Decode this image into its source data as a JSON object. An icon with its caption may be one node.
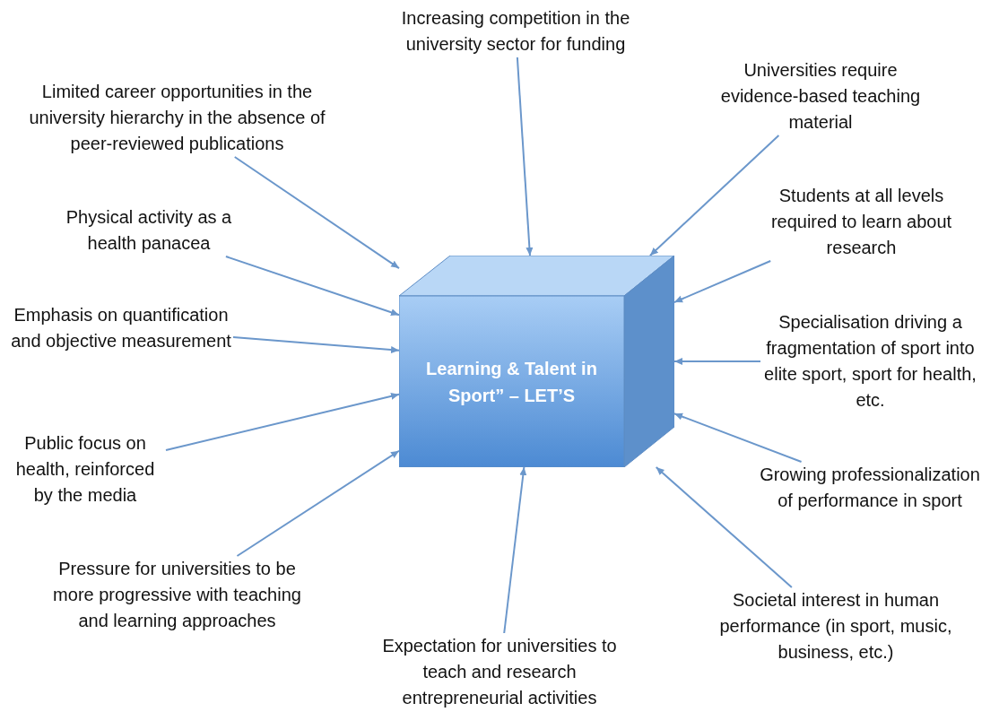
{
  "diagram": {
    "nodes": [
      {
        "text": [
          "Learning & Talent in Sport” – LET’S"
        ]
      },
      {
        "text": [
          "Increasing competition in the university sector for funding"
        ]
      },
      {
        "text": [
          "Universities require evidence-based teaching material"
        ]
      },
      {
        "text": [
          "Limited career opportunities in the university hierarchy in the absence of peer-reviewed publications"
        ]
      },
      {
        "text": [
          "Physical activity as a health panacea"
        ]
      },
      {
        "text": [
          "Students at all levels required to learn about research"
        ]
      },
      {
        "text": [
          "Emphasis on quantification and objective measurement"
        ]
      },
      {
        "text": [
          "Specialisation driving a fragmentation of sport into elite sport, sport for health, etc."
        ]
      },
      {
        "text": [
          "Public focus on health, reinforced by the media"
        ]
      },
      {
        "text": [
          "Growing professionalization of performance in sport"
        ]
      },
      {
        "text": [
          "Pressure for universities to be more progressive with teaching and learning approaches"
        ]
      },
      {
        "text": [
          "Societal interest in human performance (in sport, music, business, etc.)"
        ]
      },
      {
        "text": [
          "Expectation for universities to teach and research entrepreneurial activities"
        ]
      }
    ],
    "edges": [
      {
        "from": 1,
        "to": 0,
        "arrow": "to"
      },
      {
        "from": 2,
        "to": 0,
        "arrow": "to"
      },
      {
        "from": 3,
        "to": 0,
        "arrow": "to"
      },
      {
        "from": 4,
        "to": 0,
        "arrow": "to"
      },
      {
        "from": 5,
        "to": 0,
        "arrow": "to"
      },
      {
        "from": 6,
        "to": 0,
        "arrow": "to"
      },
      {
        "from": 7,
        "to": 0,
        "arrow": "to"
      },
      {
        "from": 8,
        "to": 0,
        "arrow": "to"
      },
      {
        "from": 9,
        "to": 0,
        "arrow": "to"
      },
      {
        "from": 10,
        "to": 0,
        "arrow": "to"
      },
      {
        "from": 11,
        "to": 0,
        "arrow": "to"
      },
      {
        "from": 12,
        "to": 0,
        "arrow": "to"
      }
    ]
  }
}
